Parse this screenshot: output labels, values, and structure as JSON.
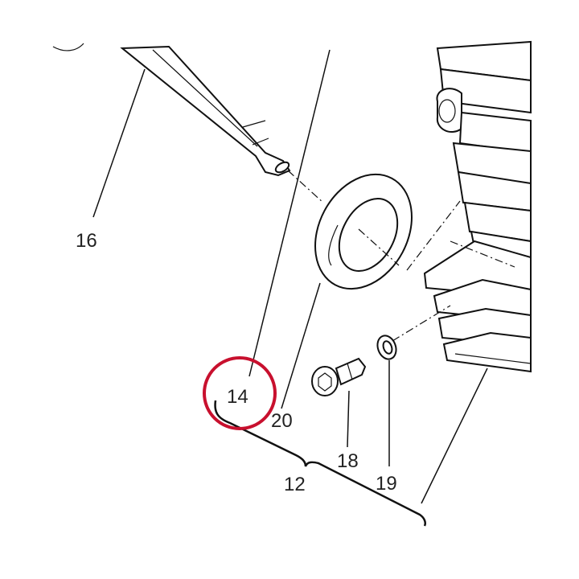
{
  "diagram": {
    "callouts": {
      "c12": "12",
      "c14": "14",
      "c16": "16",
      "c18": "18",
      "c19": "19",
      "c20": "20"
    },
    "highlight_color": "#c8102e",
    "line_color": "#111111"
  }
}
